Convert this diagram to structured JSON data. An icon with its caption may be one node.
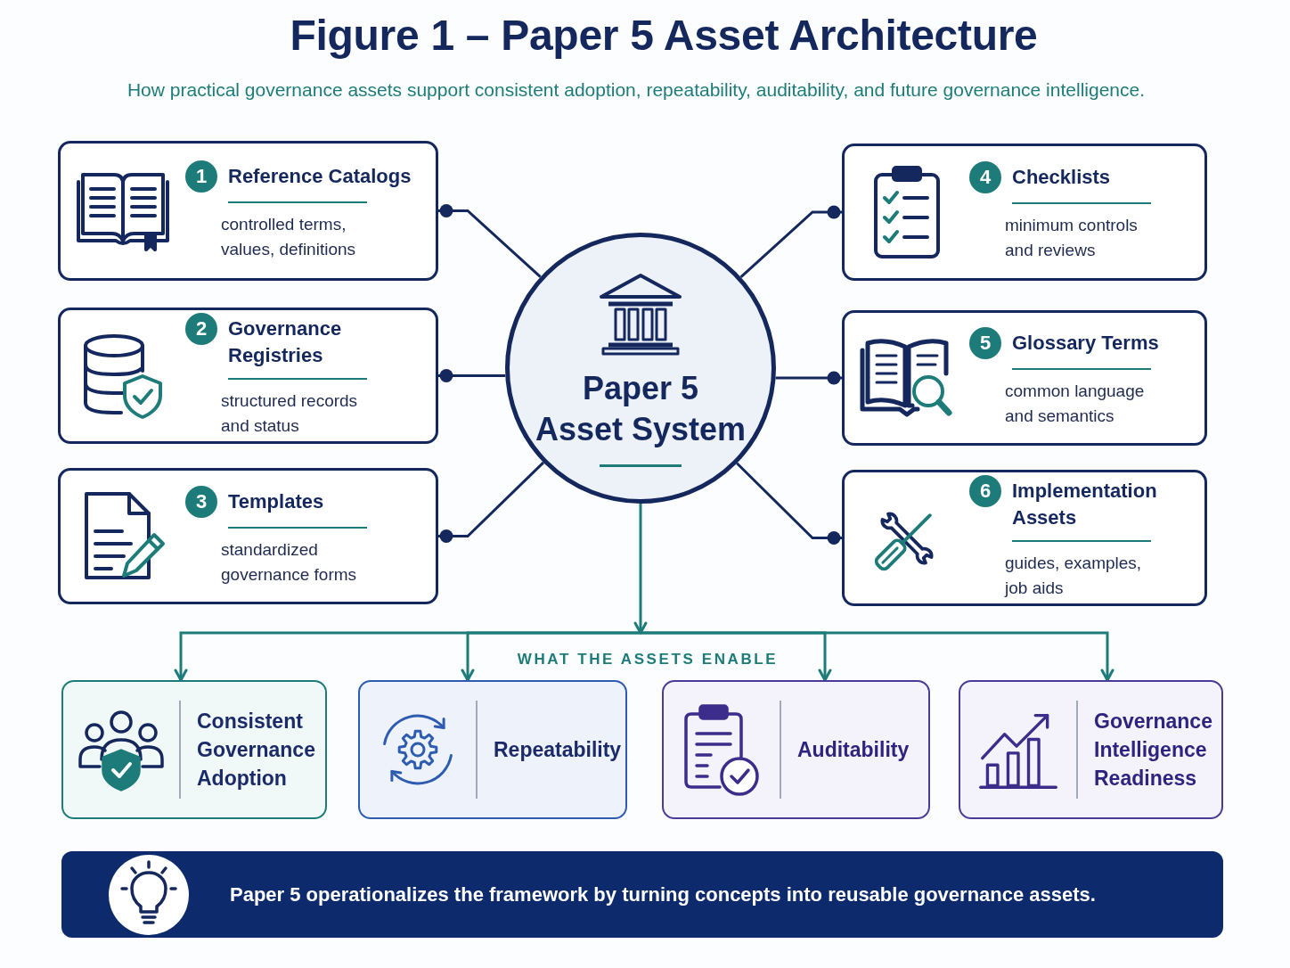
{
  "diagram": {
    "title": "Figure 1 – Paper 5 Asset Architecture",
    "nodes": [
      {
        "text": [
          "Paper 5 Asset System"
        ]
      },
      {
        "text": [
          "1",
          "Reference Catalogs",
          "controlled terms, values, definitions"
        ]
      },
      {
        "text": [
          "2",
          "Governance Registries",
          "structured records and status"
        ]
      },
      {
        "text": [
          "3",
          "Templates",
          "standardized governance forms"
        ]
      },
      {
        "text": [
          "4",
          "Checklists",
          "minimum controls and reviews"
        ]
      },
      {
        "text": [
          "5",
          "Glossary Terms",
          "common language and semantics"
        ]
      },
      {
        "text": [
          "6",
          "Implementation Assets",
          "guides, examples, job aids"
        ]
      },
      {
        "text": [
          "Consistent Governance Adoption"
        ]
      },
      {
        "text": [
          "Repeatability"
        ]
      },
      {
        "text": [
          "Auditability"
        ]
      },
      {
        "text": [
          "Governance Intelligence Readiness"
        ]
      },
      {
        "text": [
          "Paper 5 operationalizes the framework by turning concepts into reusable governance assets."
        ]
      }
    ],
    "edges": [
      {
        "from": 1,
        "to": 0,
        "arrow": "other"
      },
      {
        "from": 2,
        "to": 0,
        "arrow": "other"
      },
      {
        "from": 3,
        "to": 0,
        "arrow": "other"
      },
      {
        "from": 4,
        "to": 0,
        "arrow": "other"
      },
      {
        "from": 5,
        "to": 0,
        "arrow": "other"
      },
      {
        "from": 6,
        "to": 0,
        "arrow": "other"
      },
      {
        "from": 0,
        "to": 7,
        "arrow": "to",
        "color": "#1d7c79"
      },
      {
        "from": 0,
        "to": 8,
        "arrow": "to",
        "color": "#1d7c79"
      },
      {
        "from": 0,
        "to": 9,
        "arrow": "to",
        "color": "#1d7c79"
      },
      {
        "from": 0,
        "to": 10,
        "arrow": "to",
        "color": "#1d7c79"
      }
    ],
    "labels": [
      "How practical governance assets support consistent adoption, repeatability, auditability, and future governance intelligence.",
      "WHAT THE ASSETS ENABLE"
    ]
  }
}
